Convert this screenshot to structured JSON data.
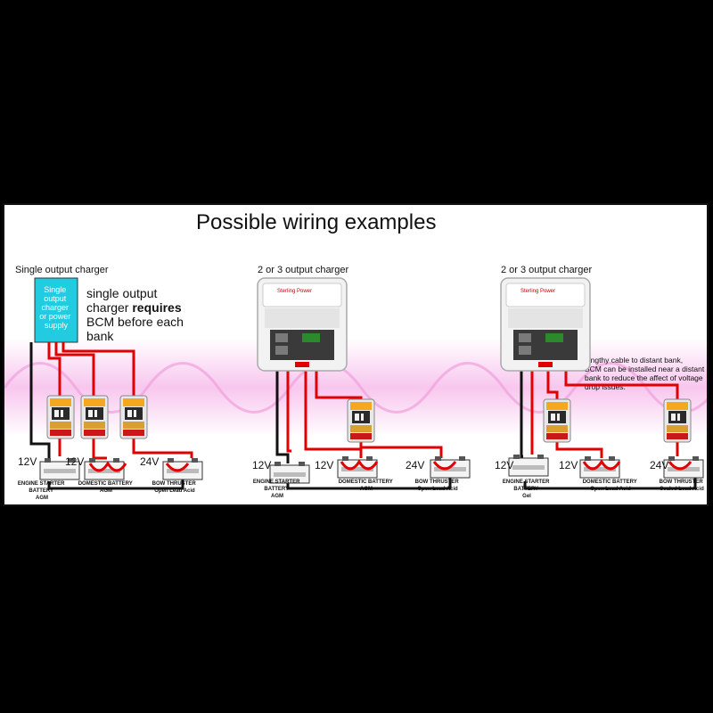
{
  "title": "Possible wiring examples",
  "sections": {
    "single": {
      "heading": "Single output charger",
      "charger_box": [
        "Single",
        "output",
        "charger",
        "or power",
        "supply"
      ],
      "note_lines": [
        "single output",
        "charger ",
        "BCM before each",
        "bank"
      ],
      "note_bold": "requires",
      "voltages": [
        "12V",
        "12V",
        "24V"
      ],
      "batteries": [
        {
          "lines": [
            "ENGINE STARTER",
            "BATTERY",
            "AGM"
          ]
        },
        {
          "lines": [
            "DOMESTIC BATTERY",
            "AGM"
          ]
        },
        {
          "lines": [
            "BOW THRUSTER",
            "Open Lead Acid"
          ]
        }
      ]
    },
    "multi1": {
      "heading": "2 or 3 output charger",
      "brand": "Sterling Power",
      "voltages": [
        "12V",
        "12V",
        "24V"
      ],
      "batteries": [
        {
          "lines": [
            "ENGINE STARTER",
            "BATTERY",
            "AGM"
          ]
        },
        {
          "lines": [
            "DOMESTIC BATTERY",
            "AGM"
          ]
        },
        {
          "lines": [
            "BOW THRUSTER",
            "Open Lead Acid"
          ]
        }
      ]
    },
    "multi2": {
      "heading": "2 or 3 output charger",
      "brand": "Sterling Power",
      "note_lines": [
        "lengthy cable to distant bank,",
        "BCM can be installed near a distant",
        "bank to reduce the affect of voltage",
        "drop issues."
      ],
      "voltages": [
        "12V",
        "12V",
        "24V"
      ],
      "batteries": [
        {
          "lines": [
            "ENGINE STARTER",
            "BATTERY",
            "Gel"
          ]
        },
        {
          "lines": [
            "DOMESTIC BATTERY",
            "Open Lead Acid"
          ]
        },
        {
          "lines": [
            "BOW THRUSTER",
            "Sealed Lead Acid"
          ]
        }
      ]
    }
  },
  "colors": {
    "positive_wire": "#e00000",
    "negative_wire": "#111111",
    "charger_box": "#22cce0",
    "background_wave": "#f6b8e6"
  },
  "icons": [
    "bcm-module-icon",
    "battery-icon",
    "multi-output-charger-icon"
  ]
}
